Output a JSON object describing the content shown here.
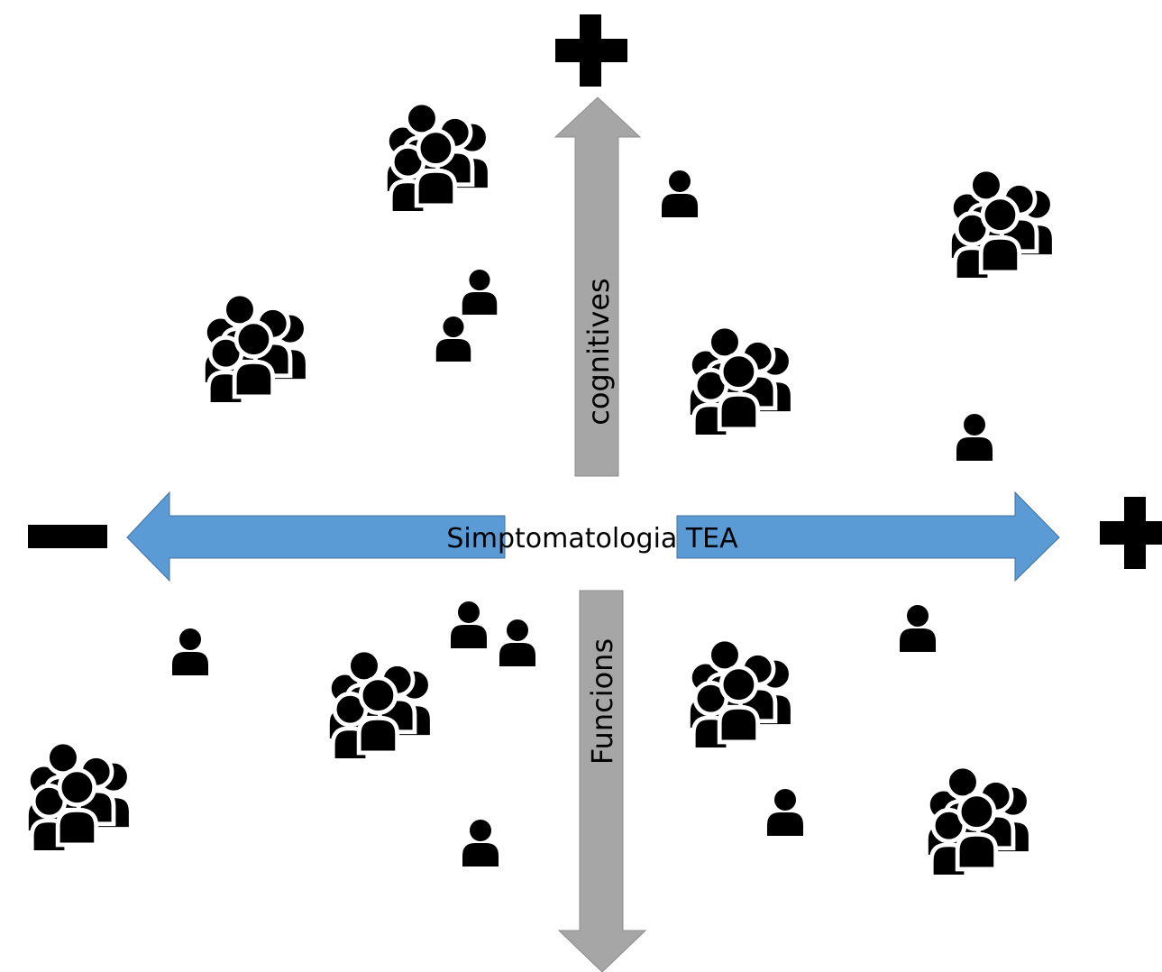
{
  "diagram": {
    "horizontal_axis": {
      "label": "Simptomatologia TEA",
      "color": "#5B9BD5",
      "left_sign": "−",
      "right_sign": "+"
    },
    "vertical_axis": {
      "label_top": "cognitives",
      "label_bottom": "Funcions",
      "color": "#A6A6A6",
      "top_sign": "+"
    },
    "icons": {
      "single_person": "person-icon",
      "group": "people-group-icon"
    }
  }
}
